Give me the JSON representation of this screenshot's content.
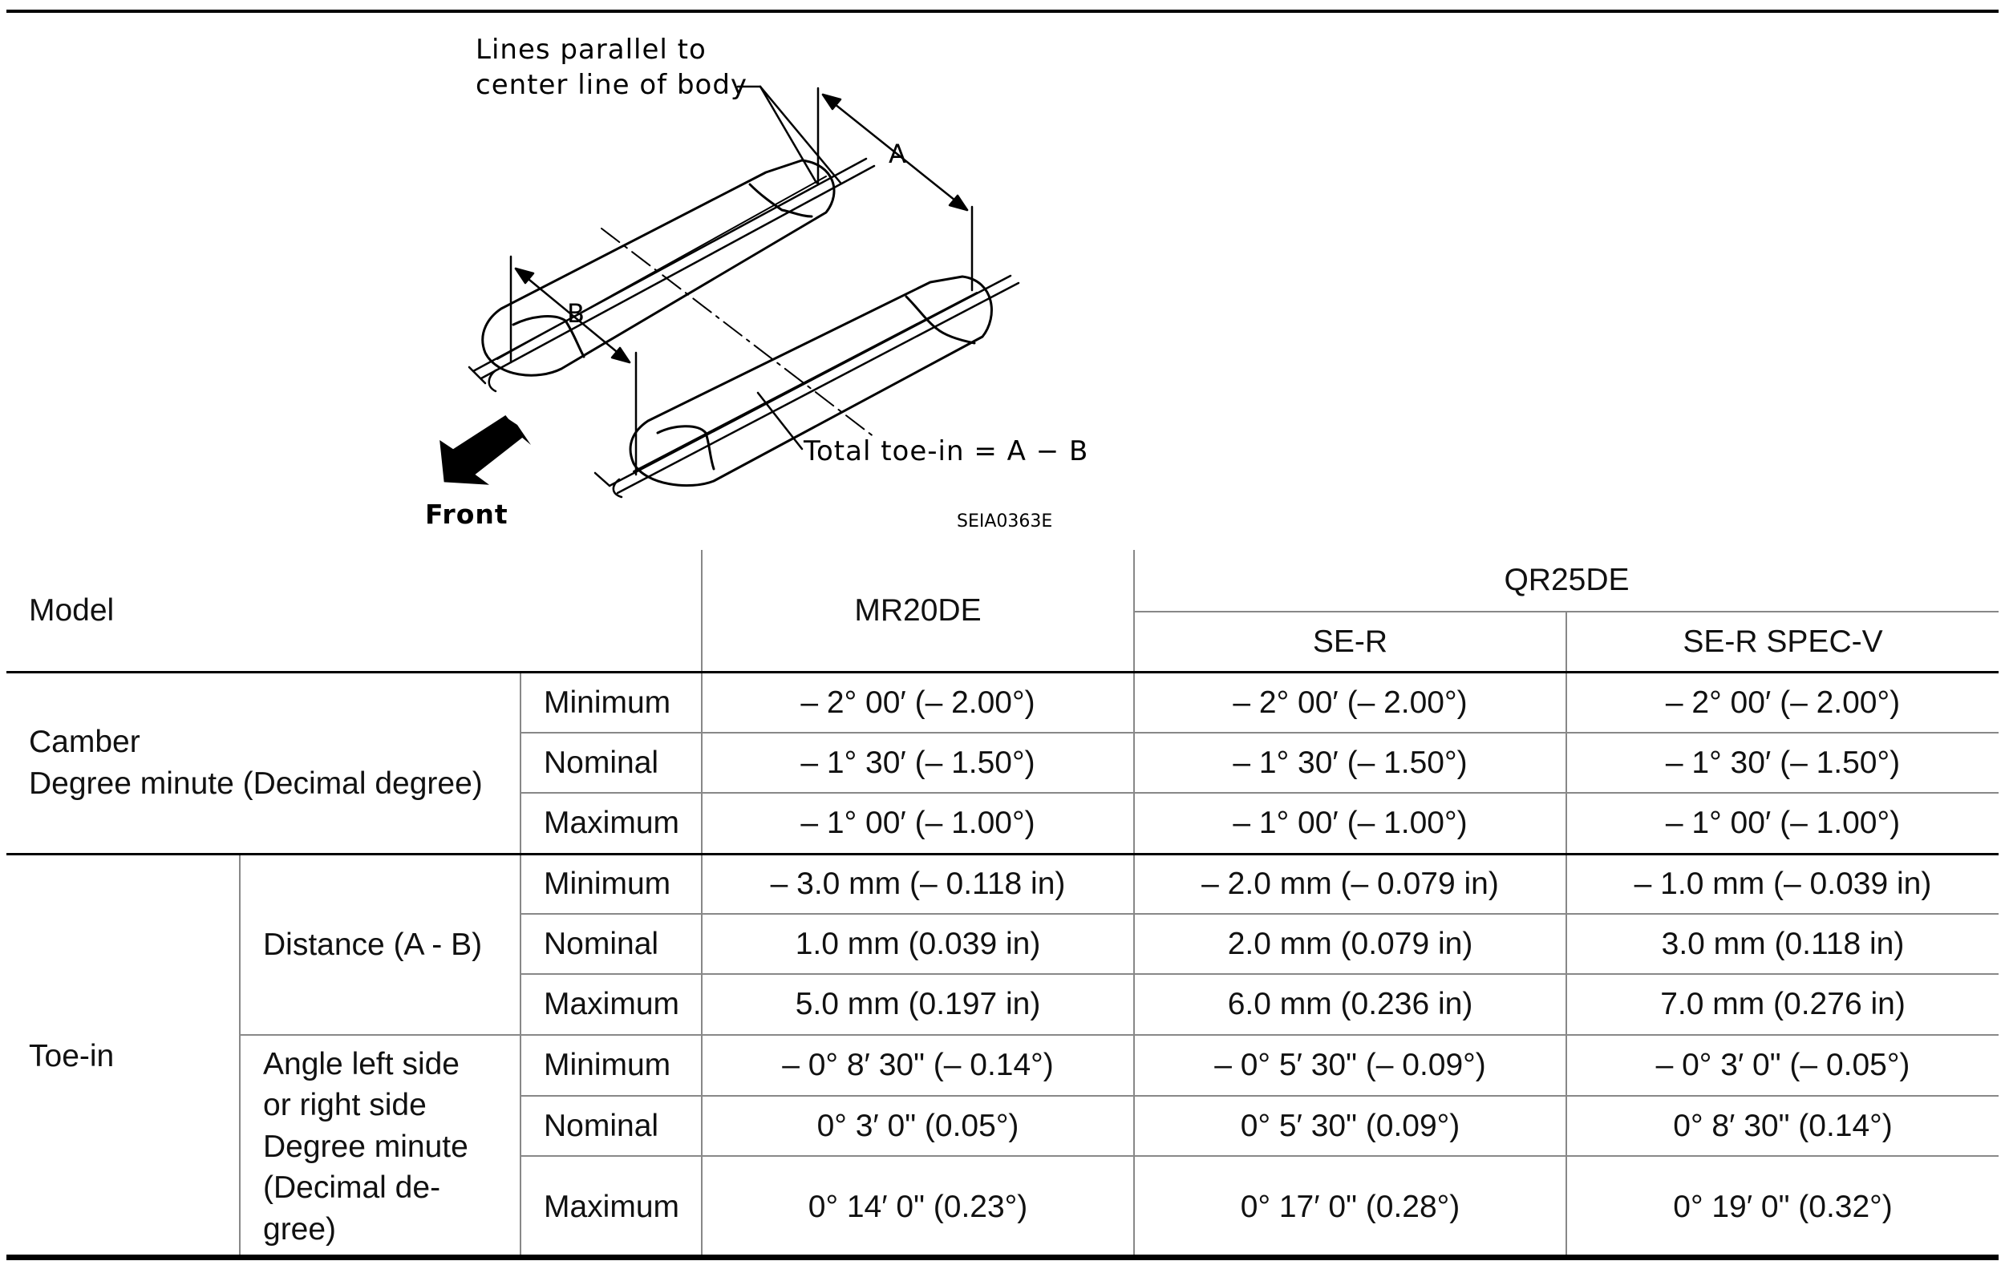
{
  "figure": {
    "label_parallel_line1": "Lines parallel to",
    "label_parallel_line2": "center line of body",
    "label_a": "A",
    "label_b": "B",
    "label_total": "Total toe-in = A − B",
    "label_front": "Front",
    "figure_code": "SEIA0363E"
  },
  "table": {
    "header": {
      "model": "Model",
      "mr20de": "MR20DE",
      "qr25de": "QR25DE",
      "se_r": "SE-R",
      "se_r_specv": "SE-R SPEC-V"
    },
    "camber": {
      "label_line1": "Camber",
      "label_line2": "Degree minute (Decimal degree)",
      "rows": [
        {
          "name": "Minimum",
          "mr20de": "– 2° 00′ (– 2.00°)",
          "se_r": "– 2° 00′ (– 2.00°)",
          "se_r_specv": "– 2° 00′ (– 2.00°)"
        },
        {
          "name": "Nominal",
          "mr20de": "– 1° 30′ (– 1.50°)",
          "se_r": "– 1° 30′ (– 1.50°)",
          "se_r_specv": "– 1° 30′ (– 1.50°)"
        },
        {
          "name": "Maximum",
          "mr20de": "– 1° 00′ (– 1.00°)",
          "se_r": "– 1° 00′ (– 1.00°)",
          "se_r_specv": "– 1° 00′ (– 1.00°)"
        }
      ]
    },
    "toe_in": {
      "label": "Toe-in",
      "distance": {
        "label": "Distance (A - B)",
        "rows": [
          {
            "name": "Minimum",
            "mr20de": "– 3.0 mm (– 0.118 in)",
            "se_r": "– 2.0 mm (– 0.079 in)",
            "se_r_specv": "– 1.0 mm (– 0.039 in)"
          },
          {
            "name": "Nominal",
            "mr20de": "1.0 mm (0.039 in)",
            "se_r": "2.0 mm (0.079 in)",
            "se_r_specv": "3.0 mm (0.118 in)"
          },
          {
            "name": "Maximum",
            "mr20de": "5.0 mm (0.197 in)",
            "se_r": "6.0 mm (0.236 in)",
            "se_r_specv": "7.0 mm (0.276 in)"
          }
        ]
      },
      "angle": {
        "label_lines": [
          "Angle left side",
          "or right side",
          "Degree minute",
          "(Decimal de-",
          "gree)"
        ],
        "rows": [
          {
            "name": "Minimum",
            "mr20de": "– 0° 8′ 30\" (– 0.14°)",
            "se_r": "– 0° 5′ 30\" (– 0.09°)",
            "se_r_specv": "– 0° 3′ 0\" (– 0.05°)"
          },
          {
            "name": "Nominal",
            "mr20de": "0° 3′ 0\" (0.05°)",
            "se_r": "0° 5′ 30\" (0.09°)",
            "se_r_specv": "0° 8′ 30\" (0.14°)"
          },
          {
            "name": "Maximum",
            "mr20de": "0° 14′ 0\" (0.23°)",
            "se_r": "0° 17′ 0\" (0.28°)",
            "se_r_specv": "0° 19′ 0\" (0.32°)"
          }
        ]
      }
    }
  }
}
